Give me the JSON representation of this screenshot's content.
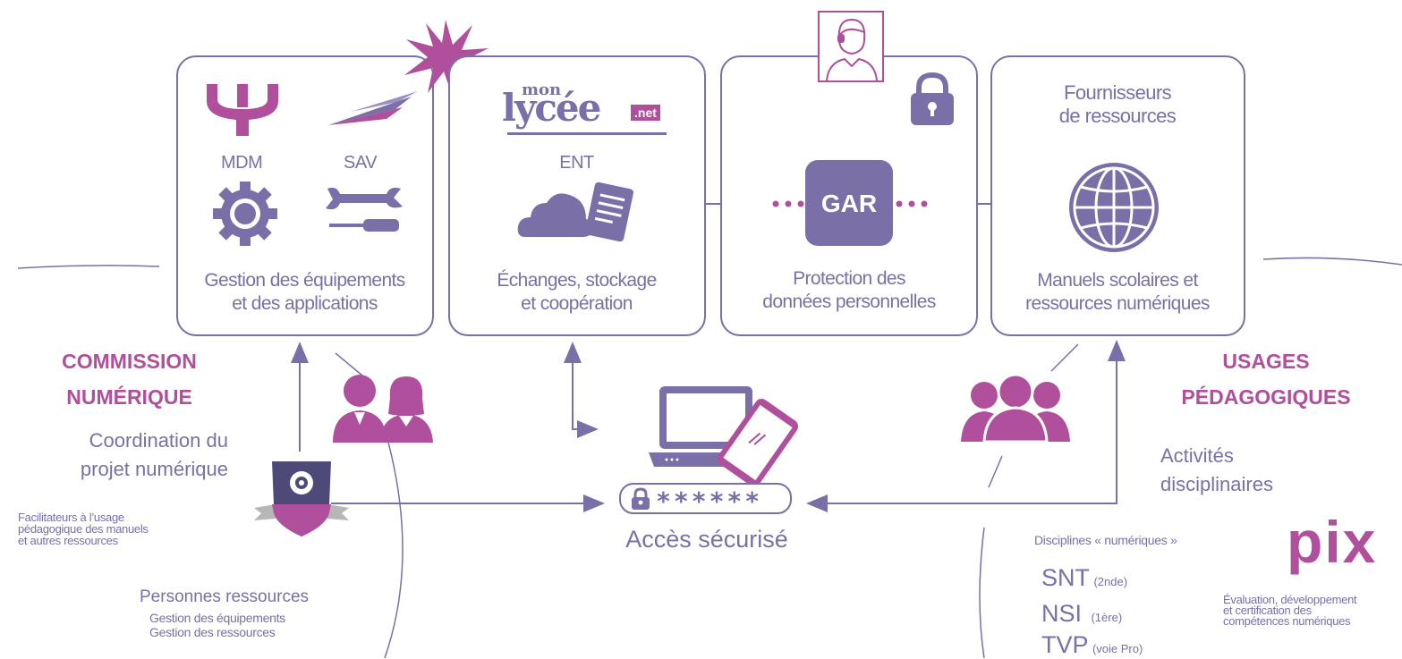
{
  "colors": {
    "primary": "#7b6fa8",
    "accent": "#b04f9c",
    "background": "#ffffff"
  },
  "box_equipment": {
    "mdm_label": "MDM",
    "sav_label": "SAV",
    "description_line1": "Gestion des équipements",
    "description_line2": "et des applications",
    "icons": [
      "mdm-fork-icon",
      "sav-arrow-icon",
      "gear-icon",
      "tools-icon",
      "starburst-icon"
    ]
  },
  "box_ent": {
    "logo_top": "mon",
    "logo_main": "lycée",
    "logo_suffix": ".net",
    "label": "ENT",
    "description_line1": "Échanges, stockage",
    "description_line2": "et coopération",
    "icons": [
      "cloud-icon",
      "document-icon"
    ]
  },
  "box_gar": {
    "badge": "GAR",
    "description_line1": "Protection des",
    "description_line2": "données personnelles",
    "icons": [
      "person-portrait-icon",
      "lock-icon"
    ]
  },
  "box_resources": {
    "title_line1": "Fournisseurs",
    "title_line2": "de ressources",
    "description_line1": "Manuels scolaires et",
    "description_line2": "ressources numériques",
    "icons": [
      "globe-icon"
    ]
  },
  "center": {
    "password_mask": "******",
    "access_label": "Accès sécurisé",
    "icons": [
      "laptop-icon",
      "tablet-icon",
      "padlock-icon"
    ]
  },
  "left": {
    "heading_line1": "COMMISSION",
    "heading_line2": "NUMÉRIQUE",
    "coordination_line1": "Coordination du",
    "coordination_line2": "projet numérique",
    "facilitators_line1": "Facilitateurs à l’usage",
    "facilitators_line2": "pédagogique des manuels",
    "facilitators_line3": "et autres ressources",
    "resource_people_title": "Personnes ressources",
    "resource_people_item1": "Gestion des équipements",
    "resource_people_item2": "Gestion des ressources",
    "icons": [
      "two-people-icon",
      "shield-gear-badge-icon"
    ]
  },
  "right": {
    "heading_line1": "USAGES",
    "heading_line2": "PÉDAGOGIQUES",
    "activities_line1": "Activités",
    "activities_line2": "disciplinaires",
    "disciplines_title": "Disciplines « numériques »",
    "disciplines": [
      {
        "name": "SNT",
        "level": "(2nde)"
      },
      {
        "name": "NSI",
        "level": "(1ère)"
      },
      {
        "name": "TVP",
        "level": "(voie Pro)"
      }
    ],
    "pix_logo": "pix",
    "pix_line1": "Évaluation, développement",
    "pix_line2": "et certification des",
    "pix_line3": "compétences numériques",
    "icons": [
      "group-people-icon"
    ]
  }
}
